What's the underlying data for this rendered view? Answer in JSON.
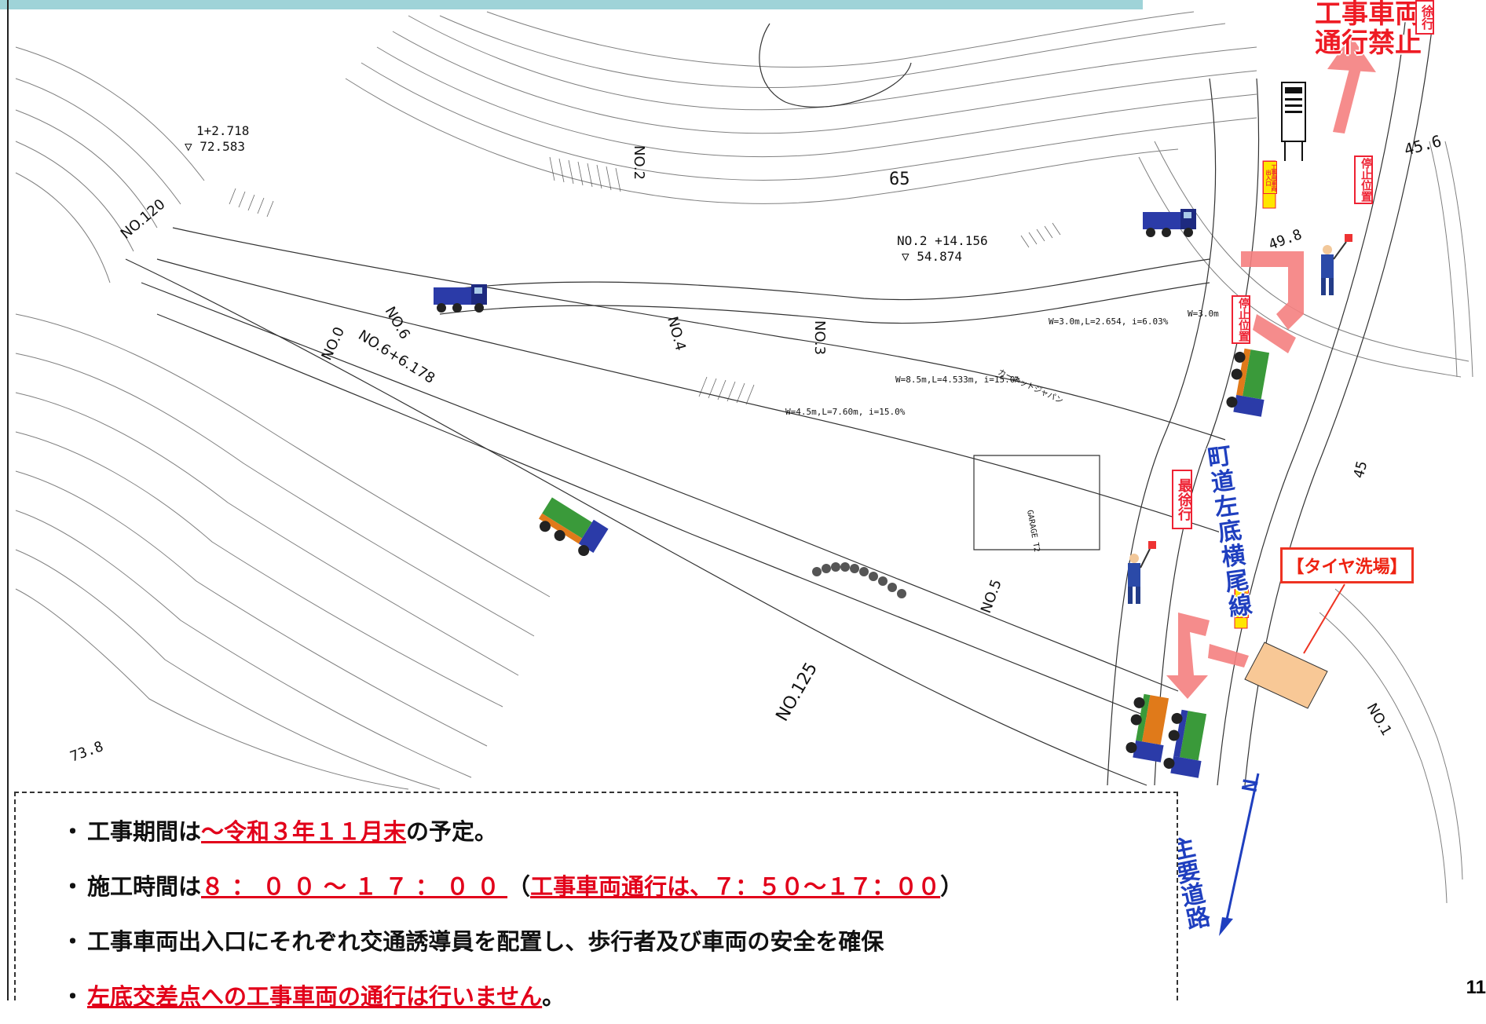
{
  "map": {
    "station_labels": [
      "NO.120",
      "NO.125",
      "NO.1",
      "NO.2",
      "NO.3",
      "NO.4",
      "NO.5",
      "NO.6",
      "NO.0",
      "NO.6+6.178"
    ],
    "elevation_a": "1+2.718",
    "elevation_a_value": "▽ 72.583",
    "elevation_b": "NO.2 +14.156",
    "elevation_b_value": "▽ 54.874",
    "contour_65": "65",
    "contour_45_6": "45.6",
    "contour_45": "45",
    "contour_49_8": "49.8",
    "spot_73_8": "73.8",
    "spec_1": "W=3.0m,L=2.654, i=6.03%",
    "spec_2": "W=8.5m,L=4.533m, i=15.0%",
    "spec_3": "W=4.5m,L=7.60m, i=15.0%",
    "w30": "W=3.0m",
    "garage": "GARAGE T2",
    "company": "カーネットジャパン",
    "prohibition_line1": "工事車両",
    "prohibition_line2": "通行禁止",
    "slow_tag_1": "徐行",
    "slow_tag_2": "最徐行",
    "stop_tag_1": "停止位置",
    "stop_tag_2": "停止位置",
    "entry_sign": "工事用車両出入口",
    "road_name": "町道左底横尾線",
    "main_road": "主要道路",
    "north": "N",
    "tire_wash": "【タイヤ洗場】",
    "colors": {
      "arrow": "#f58080",
      "north_arrow": "#1f3fbf",
      "wash_fill": "#f8c896",
      "prohibit_text": "#ee1b24"
    }
  },
  "notes": {
    "n1_a": "工事期間は",
    "n1_red": "～令和３年１１月末",
    "n1_b": "の予定。",
    "n2_a": "施工時間は",
    "n2_red1": "８：００～１７：００",
    "n2_b": "（",
    "n2_red2": "工事車両通行は、７：５０～１７：００",
    "n2_c": "）",
    "n3": "工事車両出入口にそれぞれ交通誘導員を配置し、歩行者及び車両の安全を確保",
    "n4_red": "左底交差点への工事車両の通行は行いません",
    "n4_b": "。",
    "bullet": "・"
  },
  "page_number": "11"
}
